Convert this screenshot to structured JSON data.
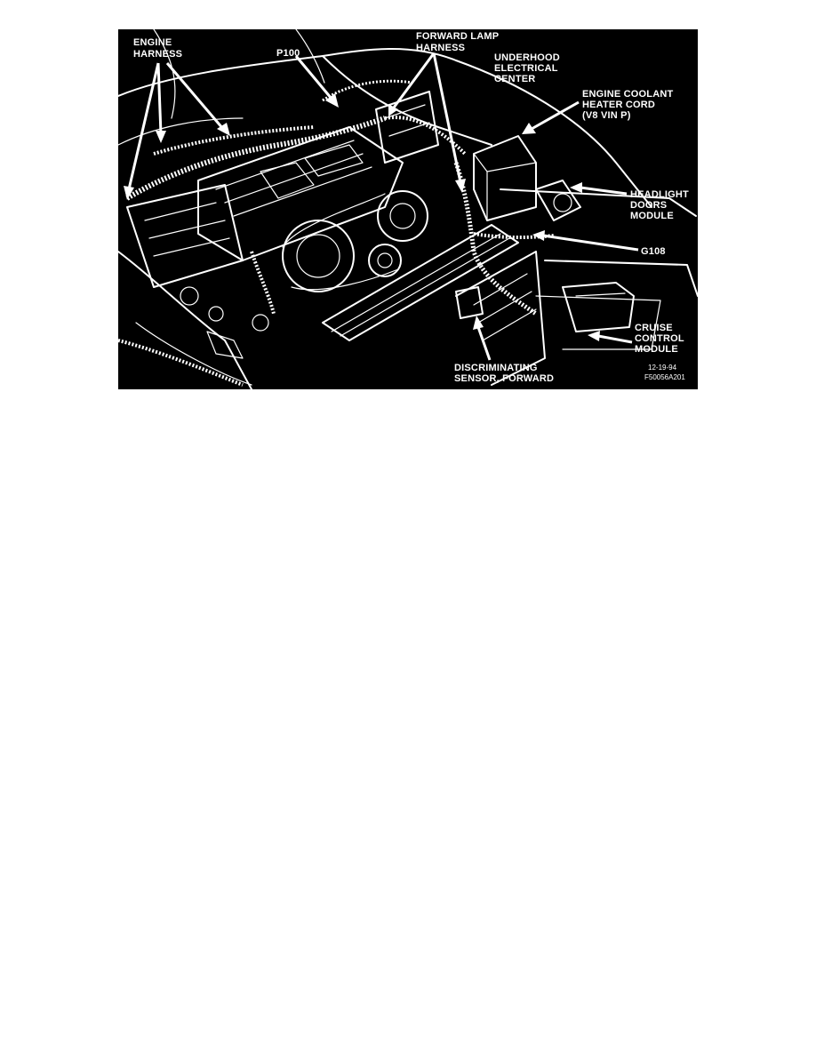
{
  "figure": {
    "background": "#000000",
    "line_color": "#ffffff",
    "labels": {
      "engine_harness": [
        "ENGINE",
        "HARNESS"
      ],
      "p100": "P100",
      "forward_lamp_harness": [
        "FORWARD LAMP",
        "HARNESS"
      ],
      "underhood_electrical_center": [
        "UNDERHOOD",
        "ELECTRICAL",
        "CENTER"
      ],
      "engine_coolant_heater_cord": [
        "ENGINE COOLANT",
        "HEATER CORD",
        "(V8  VIN P)"
      ],
      "headlight_doors_module": [
        "HEADLIGHT",
        "DOORS",
        "MODULE"
      ],
      "g108": "G108",
      "cruise_control_module": [
        "CRUISE",
        "CONTROL",
        "MODULE"
      ],
      "discriminating_sensor_forward": [
        "DISCRIMINATING",
        "SENSOR, FORWARD"
      ]
    },
    "date_code": "12-19-94",
    "figure_code": "F50056A201"
  }
}
